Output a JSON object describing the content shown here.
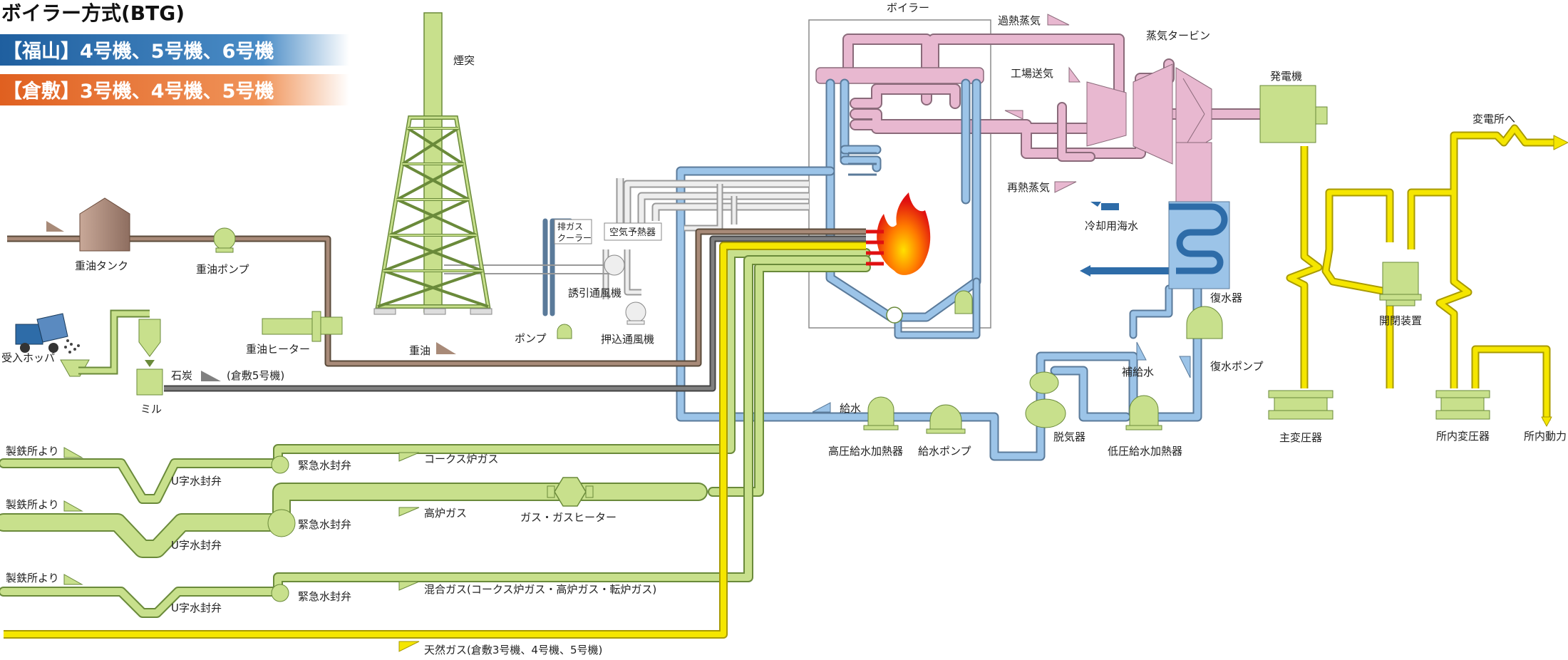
{
  "title": "ボイラー方式(BTG)",
  "bands": [
    {
      "text": "【福山】4号機、5号機、6号機",
      "color": "#2e6ca8"
    },
    {
      "text": "【倉敷】3号機、4号機、5号機",
      "color": "#e8743a"
    }
  ],
  "colors": {
    "steam": "#e8b8d0",
    "water": "#9cc4e8",
    "gas": "#c8e08c",
    "power": "#f5e600",
    "oil": "#a88a78",
    "coal": "#808080",
    "flue": "#eeeeee"
  },
  "labels": {
    "chimney": "煙突",
    "boiler": "ボイラー",
    "superheated_steam": "過熱蒸気",
    "turbine": "蒸気タービン",
    "generator": "発電機",
    "factory_steam": "工場送気",
    "reheat_steam": "再熱蒸気",
    "substation": "変電所へ",
    "cooling_seawater": "冷却用海水",
    "condenser": "復水器",
    "makeup_water": "補給水",
    "condensate_pump": "復水ポンプ",
    "switchgear": "開閉装置",
    "main_transformer": "主変圧器",
    "station_transformer": "所内変圧器",
    "station_power": "所内動力",
    "oil_tank": "重油タンク",
    "oil_pump": "重油ポンプ",
    "oil_heater": "重油ヒーター",
    "heavy_oil": "重油",
    "receiving_hopper": "受入ホッパ",
    "mill": "ミル",
    "coal": "石炭",
    "coal_note": "(倉敷5号機)",
    "flue_gas_cooler": "排ガス\nクーラー",
    "air_preheater": "空気予熱器",
    "idf": "誘引通風機",
    "fdf": "押込通風機",
    "pump": "ポンプ",
    "feedwater": "給水",
    "hp_heater": "高圧給水加熱器",
    "feed_pump": "給水ポンプ",
    "deaerator": "脱気器",
    "lp_heater": "低圧給水加熱器",
    "from_steelworks": "製鉄所より",
    "u_seal": "U字水封弁",
    "emergency_seal": "緊急水封弁",
    "coke_gas": "コークス炉ガス",
    "blast_gas": "高炉ガス",
    "gas_heater": "ガス・ガスヒーター",
    "mixed_gas": "混合ガス(コークス炉ガス・高炉ガス・転炉ガス)",
    "natural_gas": "天然ガス(倉敷3号機、4号機、5号機)"
  }
}
